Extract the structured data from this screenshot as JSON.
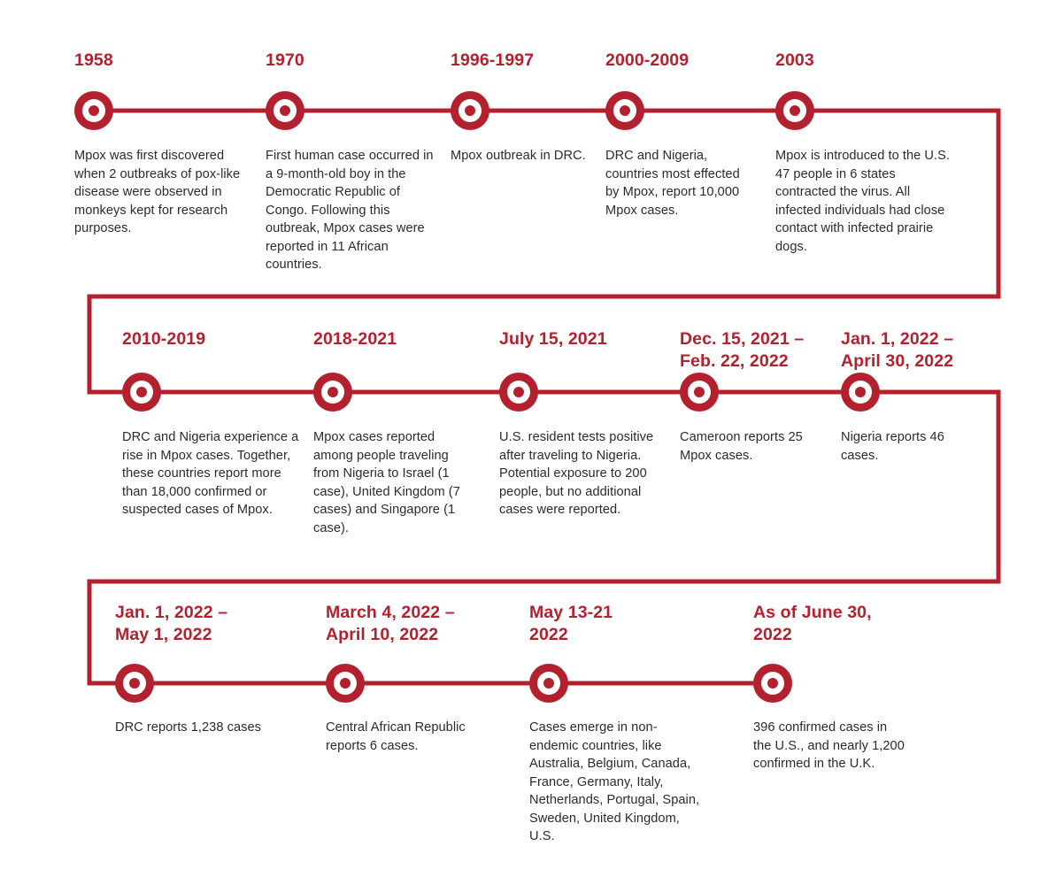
{
  "meta": {
    "title": "Mpox Outbreak Timeline",
    "accent_color": "#b3202e",
    "body_text_color": "#2b2b2b",
    "background_color": "#ffffff"
  },
  "rows": [
    {
      "id": "row-1",
      "events": [
        {
          "date": "1958",
          "body": "Mpox was first discovered when 2 outbreaks of pox-like disease were observed in monkeys kept for research purposes."
        },
        {
          "date": "1970",
          "body": "First human case occurred in a 9-month-old boy in the Democratic Republic of Congo. Following this outbreak, Mpox cases were reported in 11 African countries."
        },
        {
          "date": "1996-1997",
          "body": "Mpox outbreak in DRC."
        },
        {
          "date": "2000-2009",
          "body": "DRC and Nigeria, countries most effected by Mpox, report 10,000 Mpox cases."
        },
        {
          "date": "2003",
          "body": "Mpox is introduced to the U.S. 47 people in 6 states contracted the virus. All infected individuals had close contact with infected prairie dogs."
        }
      ]
    },
    {
      "id": "row-2",
      "events": [
        {
          "date": "2010-2019",
          "body": "DRC and Nigeria experience a rise in Mpox cases. Together, these countries report more than 18,000 confirmed or suspected cases of Mpox."
        },
        {
          "date": "2018-2021",
          "body": "Mpox cases reported among people traveling from Nigeria to Israel (1 case), United Kingdom (7 cases) and Singapore (1 case)."
        },
        {
          "date": "July 15, 2021",
          "body": "U.S. resident tests positive after traveling to Nigeria. Potential exposure to 200 people, but no additional cases were reported."
        },
        {
          "date": "Dec. 15, 2021 –\nFeb. 22, 2022",
          "body": "Cameroon reports 25 Mpox cases."
        },
        {
          "date": "Jan. 1, 2022 –\nApril 30, 2022",
          "body": "Nigeria reports 46 cases."
        }
      ]
    },
    {
      "id": "row-3",
      "events": [
        {
          "date": "Jan. 1, 2022 –\nMay 1, 2022",
          "body": "DRC reports 1,238 cases"
        },
        {
          "date": "March 4, 2022 –\nApril 10, 2022",
          "body": "Central African Republic reports 6 cases."
        },
        {
          "date": "May 13-21\n2022",
          "body": "Cases emerge in non-endemic countries, like Australia, Belgium, Canada, France, Germany, Italy, Netherlands, Portugal, Spain, Sweden, United Kingdom, U.S."
        },
        {
          "date": "As of June 30,\n2022",
          "body": "396 confirmed cases in the U.S., and nearly 1,200 confirmed in the U.K."
        }
      ]
    }
  ]
}
